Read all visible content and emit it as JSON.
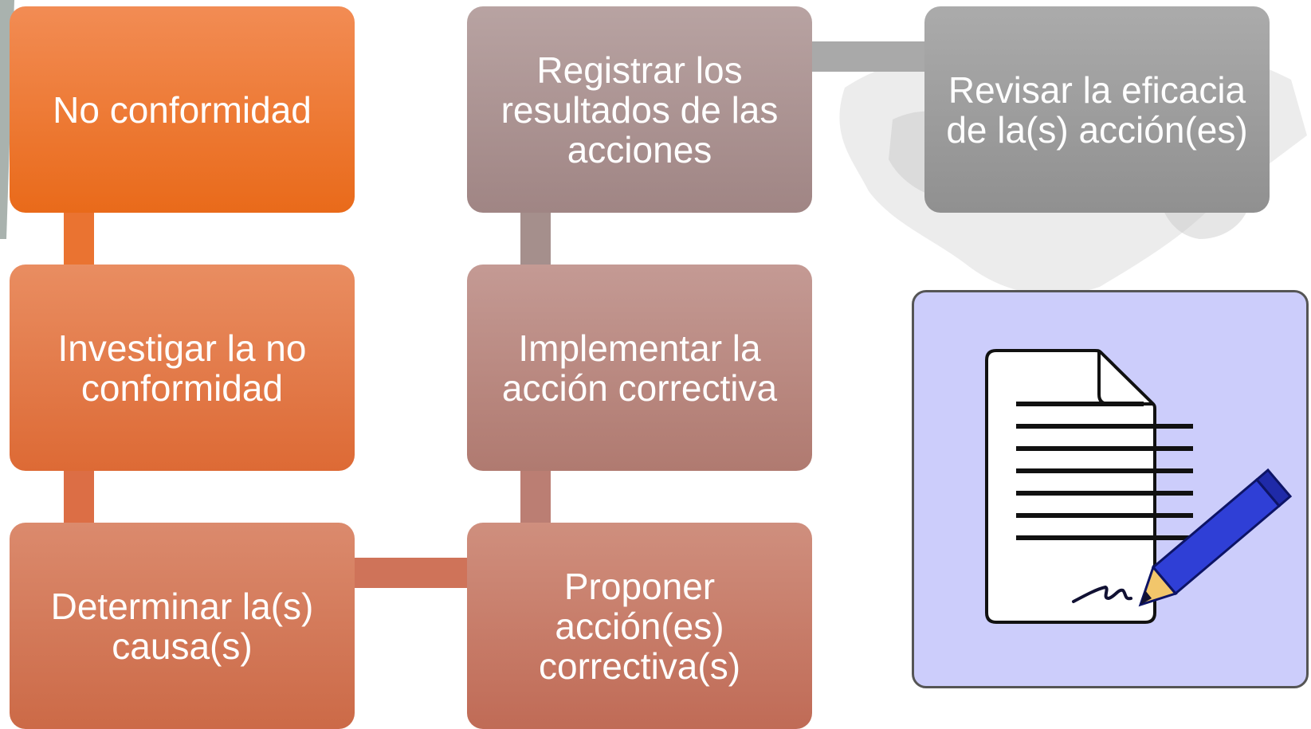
{
  "diagram": {
    "boxes": [
      {
        "id": "no-conformidad",
        "label": "No conformidad",
        "color_top": "#f28c54",
        "color_bottom": "#e96a1a"
      },
      {
        "id": "investigar",
        "label": "Investigar la no conformidad",
        "color_top": "#e98d61",
        "color_bottom": "#dd6a35"
      },
      {
        "id": "determinar",
        "label": "Determinar la(s) causa(s)",
        "color_top": "#db8a6d",
        "color_bottom": "#cc6a47"
      },
      {
        "id": "proponer",
        "label": "Proponer acción(es) correctiva(s)",
        "color_top": "#cf8f7e",
        "color_bottom": "#c06b56"
      },
      {
        "id": "implementar",
        "label": "Implementar la acción correctiva",
        "color_top": "#c49a94",
        "color_bottom": "#b07a70"
      },
      {
        "id": "registrar",
        "label": "Registrar los resultados de las acciones",
        "color_top": "#b8a3a2",
        "color_bottom": "#a08584"
      },
      {
        "id": "revisar",
        "label": "Revisar la eficacia de la(s) acción(es)",
        "color_top": "#ababab",
        "color_bottom": "#909090"
      }
    ],
    "flow_order": [
      "no-conformidad",
      "investigar",
      "determinar",
      "proponer",
      "implementar",
      "registrar",
      "revisar"
    ]
  },
  "illustration": {
    "icon": "document-with-pen-icon",
    "background_color": "#cccdfb"
  }
}
